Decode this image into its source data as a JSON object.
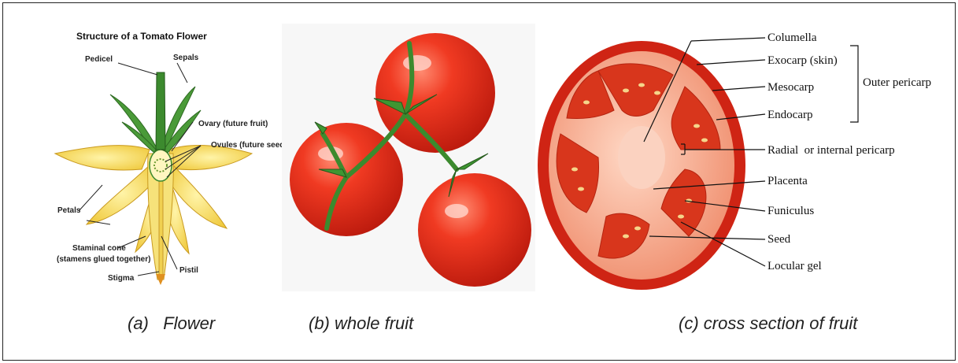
{
  "flower_panel": {
    "title": "Structure of a Tomato Flower",
    "labels": {
      "pedicel": "Pedicel",
      "sepals": "Sepals",
      "ovary": "Ovary (future fruit)",
      "ovules": "Ovules (future seeds)",
      "petals": "Petals",
      "staminal_cone_1": "Staminal cone",
      "staminal_cone_2": "(stamens glued together)",
      "pistil": "Pistil",
      "stigma": "Stigma"
    },
    "caption": "(a)   Flower"
  },
  "whole_fruit_panel": {
    "caption": "(b) whole fruit"
  },
  "cross_section_panel": {
    "labels": {
      "columella": "Columella",
      "exocarp": "Exocarp (skin)",
      "mesocarp": "Mesocarp",
      "endocarp": "Endocarp",
      "outer_pericarp": "Outer pericarp",
      "radial_pericarp": "Radial  or internal pericarp",
      "placenta": "Placenta",
      "funiculus": "Funiculus",
      "seed": "Seed",
      "locular_gel": "Locular gel"
    },
    "caption": "(c) cross section of fruit"
  },
  "colors": {
    "tomato_red": "#e0301e",
    "stem_green": "#3c8a2e",
    "petal_yellow": "#f2d64b",
    "flesh": "#f7b7a0"
  }
}
